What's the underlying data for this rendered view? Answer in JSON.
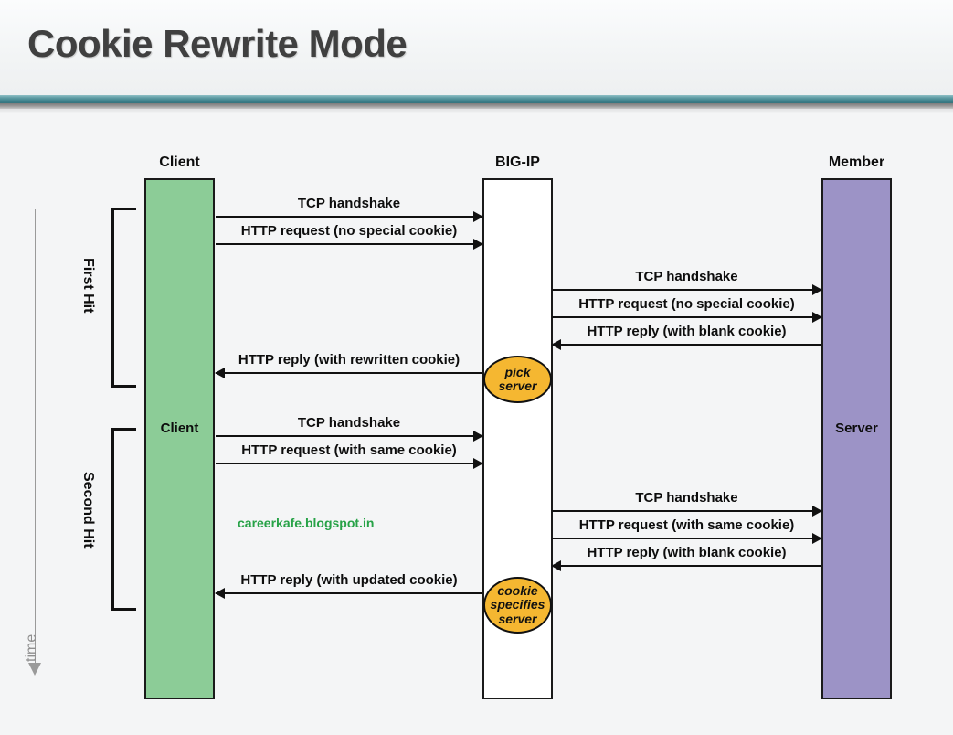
{
  "slide": {
    "title": "Cookie Rewrite Mode",
    "accent_color": "#3f828c",
    "title_color": "#404040",
    "background": "#f4f5f6"
  },
  "diagram": {
    "type": "sequence-diagram",
    "actors": [
      {
        "id": "client",
        "title": "Client",
        "inbox_label": "Client",
        "color": "#8ccc97"
      },
      {
        "id": "bigip",
        "title": "BIG-IP",
        "inbox_label": "",
        "color": "#ffffff"
      },
      {
        "id": "member",
        "title": "Member",
        "inbox_label": "Server",
        "color": "#9c93c6"
      }
    ],
    "phases": [
      {
        "id": "first",
        "label": "First Hit"
      },
      {
        "id": "second",
        "label": "Second Hit"
      }
    ],
    "time_axis": {
      "label": "time",
      "direction": "down",
      "color": "#8f8f8f"
    },
    "decisions": [
      {
        "id": "pick-server",
        "text": "pick server",
        "color": "#f5b731"
      },
      {
        "id": "cookie-specifies",
        "text": "cookie specifies server",
        "color": "#f5b731"
      }
    ],
    "messages": [
      {
        "id": "m1",
        "phase": "first",
        "from": "client",
        "to": "bigip",
        "direction": "right",
        "label": "TCP handshake"
      },
      {
        "id": "m2",
        "phase": "first",
        "from": "client",
        "to": "bigip",
        "direction": "right",
        "label": "HTTP request (no special cookie)"
      },
      {
        "id": "m3",
        "phase": "first",
        "from": "bigip",
        "to": "member",
        "direction": "right",
        "label": "TCP handshake"
      },
      {
        "id": "m4",
        "phase": "first",
        "from": "bigip",
        "to": "member",
        "direction": "right",
        "label": "HTTP request (no special cookie)"
      },
      {
        "id": "m5",
        "phase": "first",
        "from": "member",
        "to": "bigip",
        "direction": "left",
        "label": "HTTP reply (with blank cookie)"
      },
      {
        "id": "m6",
        "phase": "first",
        "from": "bigip",
        "to": "client",
        "direction": "left",
        "label": "HTTP reply (with rewritten cookie)"
      },
      {
        "id": "m7",
        "phase": "second",
        "from": "client",
        "to": "bigip",
        "direction": "right",
        "label": "TCP handshake"
      },
      {
        "id": "m8",
        "phase": "second",
        "from": "client",
        "to": "bigip",
        "direction": "right",
        "label": "HTTP request (with same cookie)"
      },
      {
        "id": "m9",
        "phase": "second",
        "from": "bigip",
        "to": "member",
        "direction": "right",
        "label": "TCP handshake"
      },
      {
        "id": "m10",
        "phase": "second",
        "from": "bigip",
        "to": "member",
        "direction": "right",
        "label": "HTTP request (with same cookie)"
      },
      {
        "id": "m11",
        "phase": "second",
        "from": "member",
        "to": "bigip",
        "direction": "left",
        "label": "HTTP reply (with blank cookie)"
      },
      {
        "id": "m12",
        "phase": "second",
        "from": "bigip",
        "to": "client",
        "direction": "left",
        "label": "HTTP reply (with updated cookie)"
      }
    ]
  },
  "watermark": {
    "text": "careerkafe.blogspot.in",
    "color": "#27a247"
  }
}
